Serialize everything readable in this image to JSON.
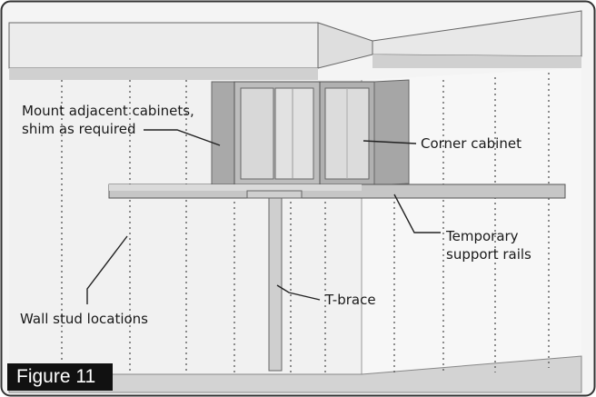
{
  "figure_label": "Figure 11",
  "callouts": {
    "mount_adjacent": "Mount adjacent cabinets,",
    "mount_adjacent_line2": "shim as required",
    "corner_cabinet": "Corner cabinet",
    "temporary_rails": "Temporary",
    "temporary_rails_line2": "support rails",
    "t_brace": "T-brace",
    "wall_studs": "Wall stud locations"
  },
  "colors": {
    "wall": "#f3f3f3",
    "cabinet": "#b9b9b9",
    "cabinet_dark": "#8f8f8f",
    "rail": "#c9c9c9",
    "floor": "#d4d4d4",
    "outline": "#555555"
  }
}
